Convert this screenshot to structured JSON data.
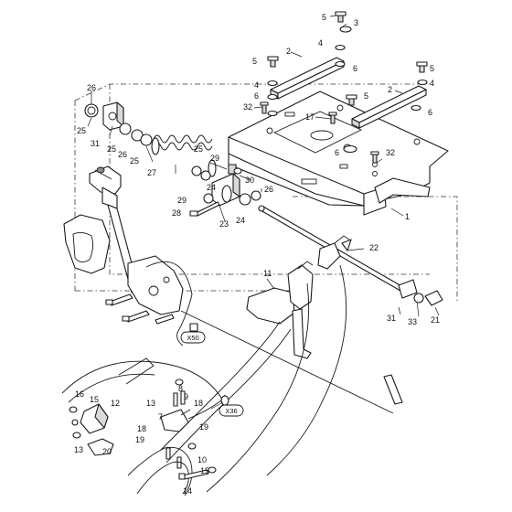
{
  "diagram": {
    "connector_tags": [
      "X50",
      "X36"
    ],
    "callouts": {
      "c1": "1",
      "c2a": "2",
      "c2b": "2",
      "c3": "3",
      "c4a": "4",
      "c4b": "4",
      "c4c": "4",
      "c5a": "5",
      "c5b": "5",
      "c5c": "5",
      "c5d": "5",
      "c6a": "6",
      "c6b": "6",
      "c6c": "6",
      "c6d": "6",
      "c7": "7",
      "c8": "8",
      "c9": "9",
      "c10": "10",
      "c11": "11",
      "c12": "12",
      "c13a": "13",
      "c13b": "13",
      "c14": "14",
      "c15a": "15",
      "c15b": "15",
      "c16": "16",
      "c17": "17",
      "c18a": "18",
      "c18b": "18",
      "c19a": "19",
      "c19b": "19",
      "c20": "20",
      "c21": "21",
      "c22": "22",
      "c23": "23",
      "c24a": "24",
      "c24b": "24",
      "c25a": "25",
      "c25b": "25",
      "c25c": "25",
      "c25d": "25",
      "c26a": "26",
      "c26b": "26",
      "c26c": "26",
      "c27": "27",
      "c28": "28",
      "c29a": "29",
      "c29b": "29",
      "c30": "30",
      "c31a": "31",
      "c31b": "31",
      "c32a": "32",
      "c32b": "32",
      "c33": "33"
    }
  }
}
